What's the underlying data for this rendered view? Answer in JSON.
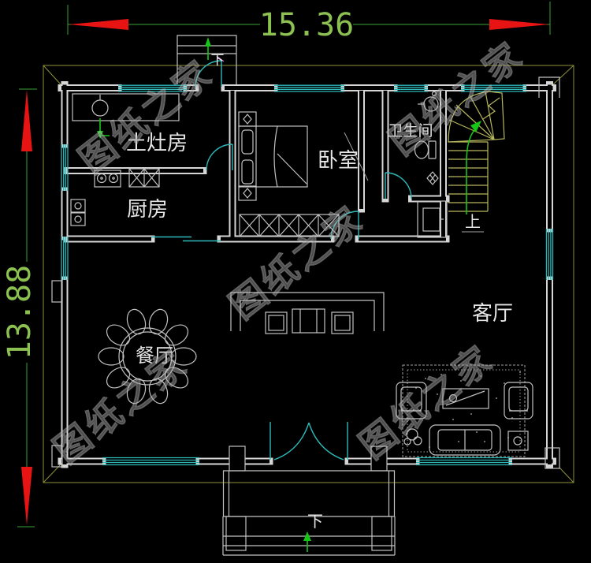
{
  "dimensions": {
    "width": "15.36",
    "height": "13.88"
  },
  "labels": {
    "earth_stove_room": "土灶房",
    "kitchen": "厨房",
    "bedroom": "卧室",
    "bathroom": "卫生间",
    "living_room": "客厅",
    "dining_room": "餐厅",
    "stairs_up": "上",
    "back_entry_down": "下",
    "front_entry_down": "下"
  },
  "watermark": {
    "text": "图纸之家"
  },
  "colors": {
    "background": "#000000",
    "wall_line": "#d6d6d6",
    "window_door_cyan": "#2eb8b8",
    "dimension_line_green": "#36a336",
    "dimension_text_green": "#8cc152",
    "arrow_red": "#e81313",
    "direction_arrow_green": "#17c517",
    "stair_yellow": "#b6b65c",
    "overhang_yellow": "#8f8f3a",
    "watermark_gray": "#8f8f8f",
    "label_white": "#e6e6e6"
  }
}
